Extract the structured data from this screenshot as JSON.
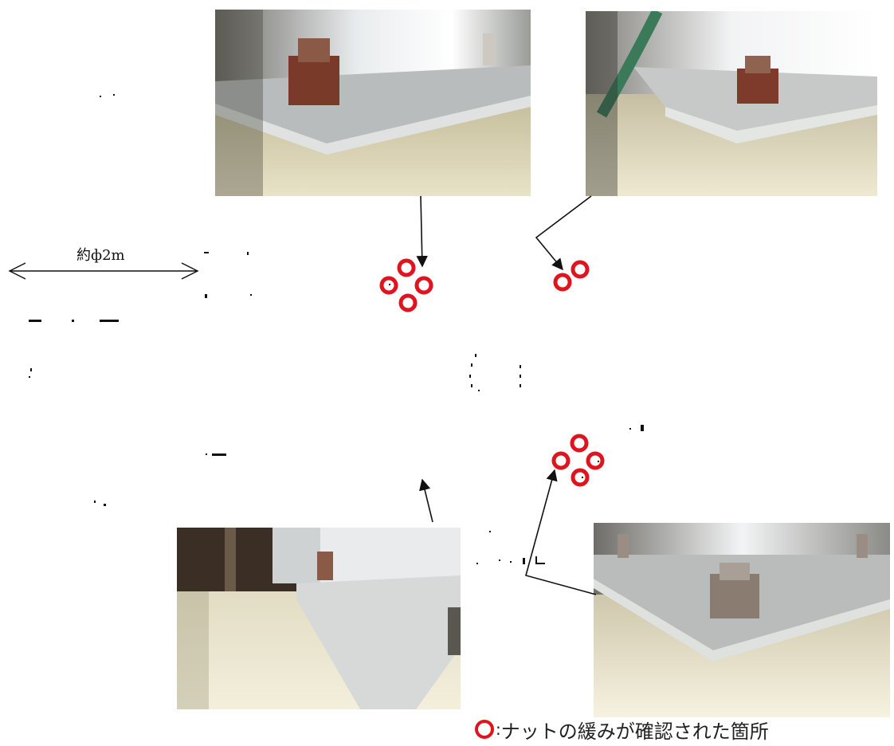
{
  "dimension_label": "約ф2m",
  "legend": {
    "marker": ":",
    "text": "ナットの緩みが確認された箇所"
  },
  "colors": {
    "bolt_marker": "#e0141e",
    "arrow": "#111111"
  },
  "photos": [
    {
      "id": "top-left",
      "depicts": "anchor bolt nut on tank base plate"
    },
    {
      "id": "top-right",
      "depicts": "anchor bolt nut on tank base plate"
    },
    {
      "id": "bottom-left",
      "depicts": "anchor bolt nut on tank base plate"
    },
    {
      "id": "bottom-right",
      "depicts": "anchor bolt nut on tank base plate"
    }
  ],
  "marker_groups": [
    {
      "id": "group-top-left",
      "count": 4
    },
    {
      "id": "group-top-right",
      "count": 2
    },
    {
      "id": "group-bottom-right",
      "count": 4
    }
  ]
}
